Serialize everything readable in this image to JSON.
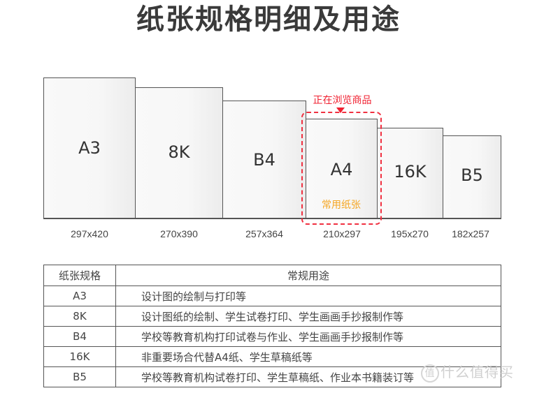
{
  "title": "纸张规格明细及用途",
  "sheets": [
    {
      "label": "A3",
      "dimensions": "297x420"
    },
    {
      "label": "8K",
      "dimensions": "270x390"
    },
    {
      "label": "B4",
      "dimensions": "257x364"
    },
    {
      "label": "A4",
      "dimensions": "210x297",
      "note": "常用纸张"
    },
    {
      "label": "16K",
      "dimensions": "195x270"
    },
    {
      "label": "B5",
      "dimensions": "182x257"
    }
  ],
  "highlight": {
    "label": "正在浏览商品",
    "color": "#f02030"
  },
  "common_note_color": "#f5a623",
  "table": {
    "headers": [
      "纸张规格",
      "常规用途"
    ],
    "rows": [
      [
        "A3",
        "设计图的绘制与打印等"
      ],
      [
        "8K",
        "设计图纸的绘制、学生试卷打印、学生画画手抄报制作等"
      ],
      [
        "B4",
        "学校等教育机构打印试卷与作业、学生画画手抄报制作等"
      ],
      [
        "16K",
        "非重要场合代替A4纸、学生草稿纸等"
      ],
      [
        "B5",
        "学校等教育机构试卷打印、学生草稿纸、作业本书籍装订等"
      ]
    ]
  },
  "watermark": {
    "icon": "值",
    "text": "什么值得买"
  }
}
